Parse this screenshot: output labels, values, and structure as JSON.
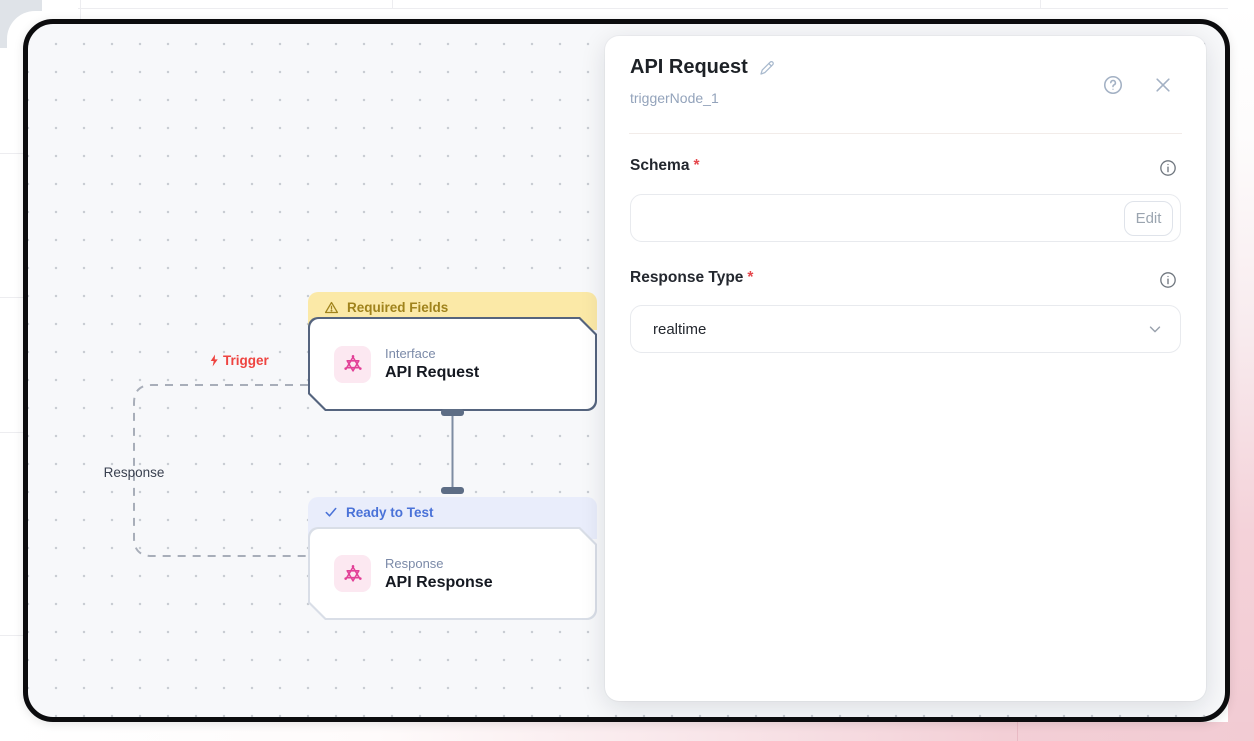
{
  "canvas": {
    "edges": {
      "trigger_label": "Trigger",
      "response_label": "Response"
    },
    "nodes": [
      {
        "banner": "Required Fields",
        "banner_icon": "warning-icon",
        "category": "Interface",
        "title": "API Request",
        "selected": true
      },
      {
        "banner": "Ready to Test",
        "banner_icon": "check-icon",
        "category": "Response",
        "title": "API Response",
        "selected": false
      }
    ]
  },
  "panel": {
    "title": "API Request",
    "node_id": "triggerNode_1",
    "fields": [
      {
        "label": "Schema",
        "required_mark": "*",
        "value": "",
        "action_button": "Edit"
      },
      {
        "label": "Response Type",
        "required_mark": "*",
        "value": "realtime"
      }
    ]
  },
  "colors": {
    "warning_banner_bg": "#fbe9a7",
    "warning_banner_text": "#a0831c",
    "ready_banner_bg": "#e9edfb",
    "ready_banner_text": "#4a72d8",
    "trigger_label": "#ee4440",
    "node_icon_pink": "#e23f97",
    "selected_node_border": "#55647e",
    "edge_solid": "#7e8ca2",
    "edge_dashed": "#a8aeb9",
    "frame_border": "#0c0c0e",
    "canvas_bg": "#f7f8fa",
    "page_corner_pink": "#f2cbd3",
    "required_mark": "#e5484d"
  }
}
